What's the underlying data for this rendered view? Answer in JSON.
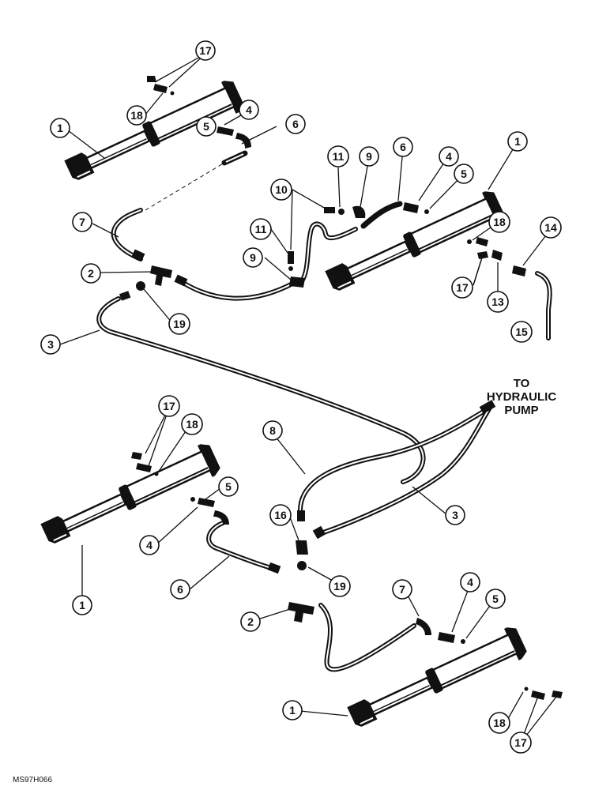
{
  "diagram": {
    "note": [
      "TO",
      "HYDRAULIC",
      "PUMP"
    ],
    "figure_code": "MS97H066",
    "callouts": [
      {
        "label": "17"
      },
      {
        "label": "18"
      },
      {
        "label": "1"
      },
      {
        "label": "5"
      },
      {
        "label": "4"
      },
      {
        "label": "6"
      },
      {
        "label": "11"
      },
      {
        "label": "9"
      },
      {
        "label": "6"
      },
      {
        "label": "4"
      },
      {
        "label": "5"
      },
      {
        "label": "1"
      },
      {
        "label": "10"
      },
      {
        "label": "11"
      },
      {
        "label": "9"
      },
      {
        "label": "18"
      },
      {
        "label": "14"
      },
      {
        "label": "17"
      },
      {
        "label": "13"
      },
      {
        "label": "15"
      },
      {
        "label": "7"
      },
      {
        "label": "2"
      },
      {
        "label": "19"
      },
      {
        "label": "3"
      },
      {
        "label": "17"
      },
      {
        "label": "18"
      },
      {
        "label": "5"
      },
      {
        "label": "8"
      },
      {
        "label": "3"
      },
      {
        "label": "16"
      },
      {
        "label": "4"
      },
      {
        "label": "1"
      },
      {
        "label": "6"
      },
      {
        "label": "19"
      },
      {
        "label": "2"
      },
      {
        "label": "7"
      },
      {
        "label": "4"
      },
      {
        "label": "5"
      },
      {
        "label": "1"
      },
      {
        "label": "18"
      },
      {
        "label": "17"
      }
    ]
  }
}
